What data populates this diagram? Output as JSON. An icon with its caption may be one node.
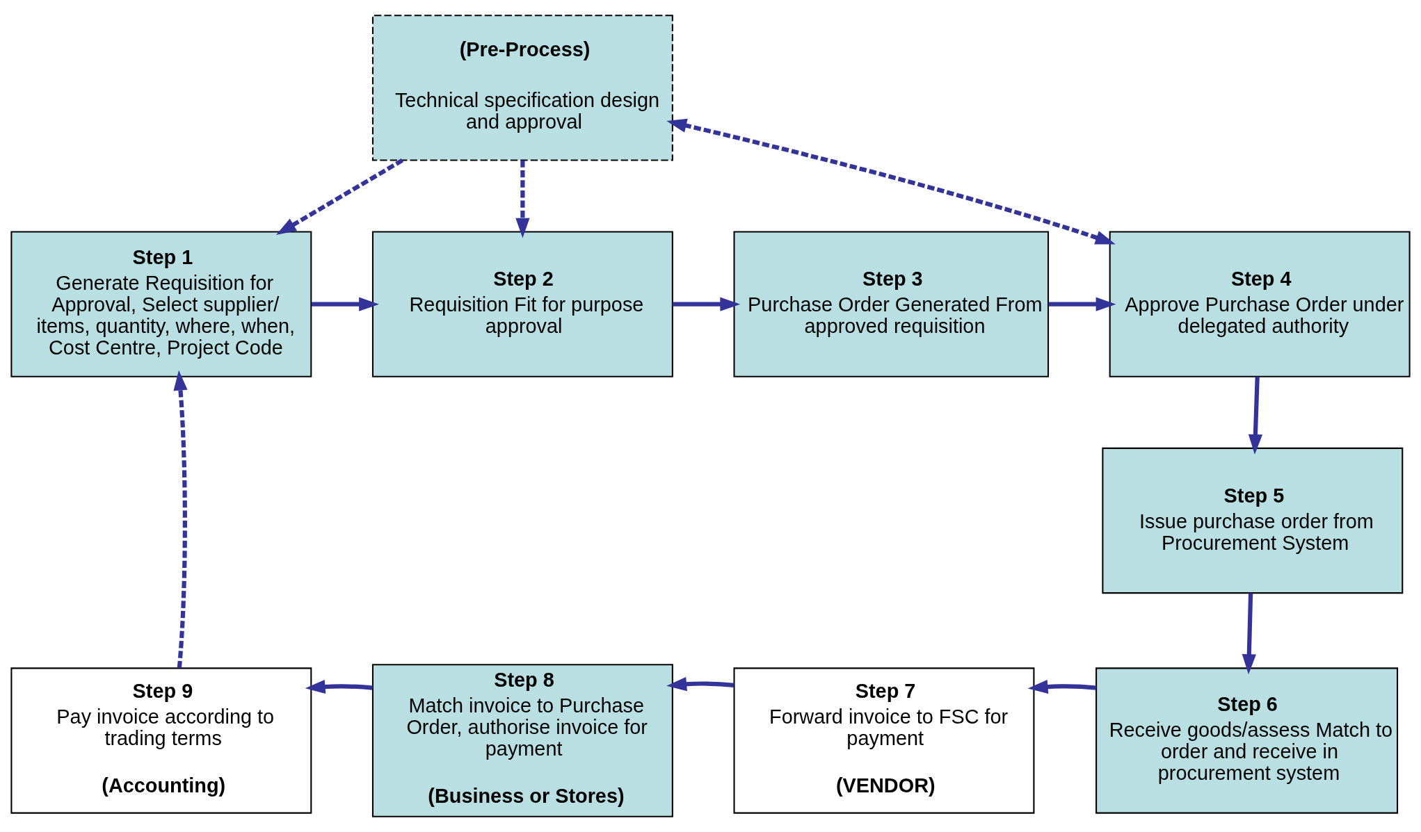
{
  "diagram": {
    "nodes": [
      {
        "text": [
          "(Pre-Process)",
          "Technical specification design and approval"
        ]
      },
      {
        "text": [
          "Step 1",
          "Generate Requisition for Approval, Select supplier/ items, quantity, where, when, Cost Centre, Project Code"
        ]
      },
      {
        "text": [
          "Step 2",
          "Requisition Fit for purpose approval"
        ]
      },
      {
        "text": [
          "Step 3",
          "Purchase Order Generated From approved requisition"
        ]
      },
      {
        "text": [
          "Step 4",
          "Approve Purchase Order under delegated authority"
        ]
      },
      {
        "text": [
          "Step 5",
          "Issue purchase order from Procurement System"
        ]
      },
      {
        "text": [
          "Step 6",
          "Receive goods/assess Match to order and receive in procurement system"
        ]
      },
      {
        "text": [
          "Step 7",
          "Forward invoice to FSC for payment",
          "(VENDOR)"
        ]
      },
      {
        "text": [
          "Step 8",
          "Match invoice to Purchase Order, authorise invoice for payment",
          "(Business or Stores)"
        ]
      },
      {
        "text": [
          "Step 9",
          "Pay invoice according to trading terms",
          "(Accounting)"
        ]
      }
    ],
    "edges": [
      {
        "from": 0,
        "to": 1,
        "arrow": "to",
        "style": "dashed"
      },
      {
        "from": 0,
        "to": 2,
        "arrow": "to",
        "style": "dashed"
      },
      {
        "from": 0,
        "to": 4,
        "arrow": "both",
        "style": "dashed"
      },
      {
        "from": 1,
        "to": 2,
        "arrow": "to"
      },
      {
        "from": 2,
        "to": 3,
        "arrow": "to"
      },
      {
        "from": 3,
        "to": 4,
        "arrow": "to"
      },
      {
        "from": 4,
        "to": 5,
        "arrow": "to"
      },
      {
        "from": 5,
        "to": 6,
        "arrow": "to"
      },
      {
        "from": 6,
        "to": 7,
        "arrow": "to"
      },
      {
        "from": 7,
        "to": 8,
        "arrow": "to"
      },
      {
        "from": 8,
        "to": 9,
        "arrow": "to"
      },
      {
        "from": 9,
        "to": 1,
        "arrow": "to",
        "style": "dashed"
      }
    ]
  }
}
